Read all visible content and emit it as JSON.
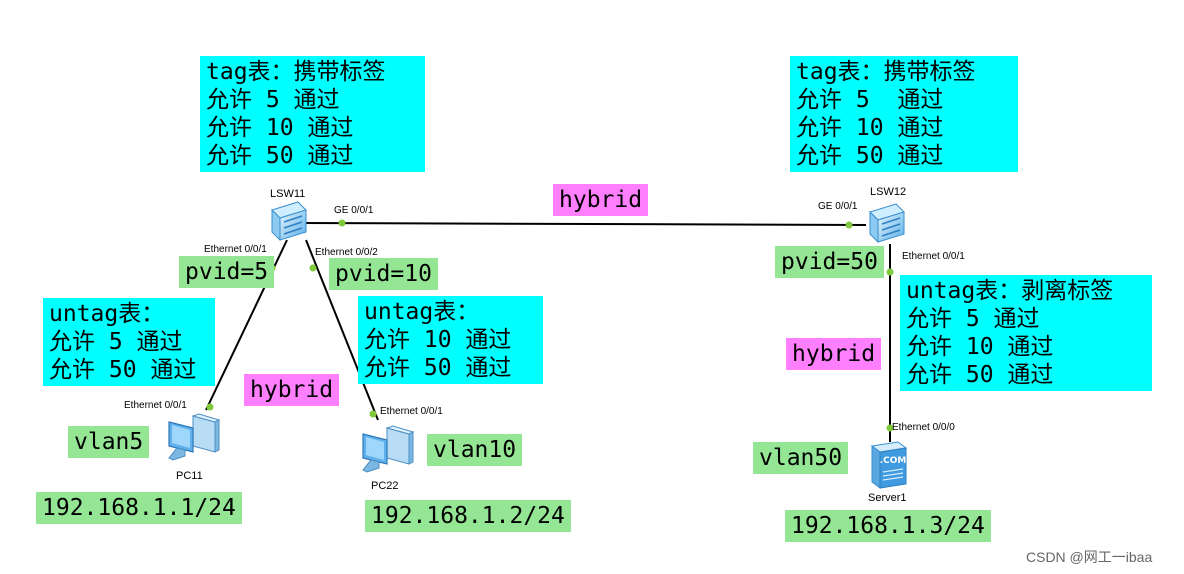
{
  "colors": {
    "table_box": "#00ffff",
    "mode_box": "#ff7fff",
    "address_box": "#94e694",
    "link": "#000000",
    "port_dot": "#7fc93a"
  },
  "switches": {
    "lsw11": {
      "name": "LSW11",
      "tag_table": [
        "tag表：携带标签",
        "允许 5 通过",
        "允许 10 通过",
        "允许 50 通过"
      ],
      "ports": {
        "uplink": "GE 0/0/1",
        "pc11_port": "Ethernet 0/0/1",
        "pc22_port": "Ethernet 0/0/2"
      }
    },
    "lsw12": {
      "name": "LSW12",
      "tag_table": [
        "tag表：携带标签",
        "允许 5  通过",
        "允许 10 通过",
        "允许 50 通过"
      ],
      "ports": {
        "uplink": "GE 0/0/1",
        "server_port": "Ethernet 0/0/1"
      },
      "pvid": "pvid=50",
      "untag_table": [
        "untag表：剥离标签",
        "允许 5 通过",
        "允许 10 通过",
        "允许 50 通过"
      ]
    }
  },
  "trunk_link": {
    "mode": "hybrid"
  },
  "pc11": {
    "name": "PC11",
    "port": "Ethernet 0/0/1",
    "pvid": "pvid=5",
    "untag_table": [
      "untag表：",
      "允许 5 通过",
      "允许 50 通过"
    ],
    "vlan": "vlan5",
    "ip": "192.168.1.1/24"
  },
  "pc22": {
    "name": "PC22",
    "port": "Ethernet 0/0/1",
    "pvid": "pvid=10",
    "untag_table": [
      "untag表：",
      "允许 10 通过",
      "允许 50 通过"
    ],
    "vlan": "vlan10",
    "ip": "192.168.1.2/24"
  },
  "access_mode_left": "hybrid",
  "server1": {
    "name": "Server1",
    "port": "Ethernet 0/0/0",
    "vlan": "vlan50",
    "ip": "192.168.1.3/24",
    "link_mode": "hybrid",
    "icon_text": ".COM"
  },
  "watermark": "CSDN @网工一ibaa"
}
